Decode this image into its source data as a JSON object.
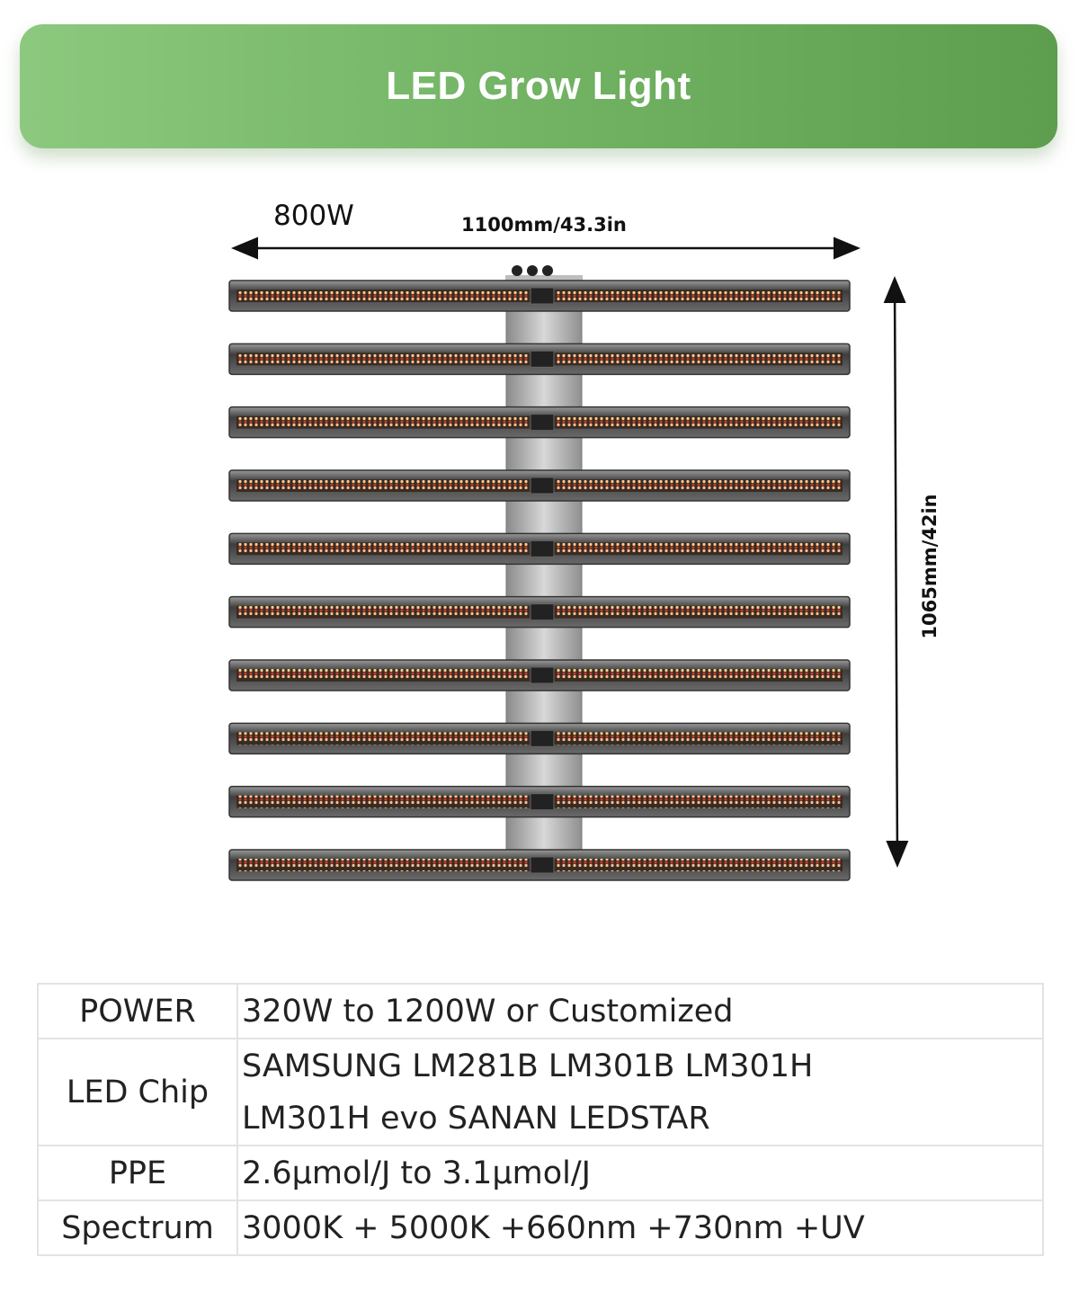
{
  "banner": {
    "title": "LED Grow Light"
  },
  "product": {
    "wattage": "800W",
    "width_label": "1100mm/43.3in",
    "height_label": "1065mm/42in",
    "bar_count": 10
  },
  "specs": [
    {
      "label": "POWER",
      "value_lines": [
        "320W to 1200W or Customized"
      ]
    },
    {
      "label": "LED Chip",
      "value_lines": [
        "SAMSUNG LM281B LM301B LM301H",
        "LM301H evo SANAN LEDSTAR"
      ]
    },
    {
      "label": "PPE",
      "value_lines": [
        "2.6μmol/J to 3.1μmol/J"
      ]
    },
    {
      "label": "Spectrum",
      "value_lines": [
        "3000K + 5000K +660nm +730nm +UV"
      ]
    }
  ],
  "colors": {
    "banner_start": "#8cc97e",
    "banner_end": "#5d9e4e",
    "led_red": "#c0392b",
    "led_warm": "#f2d38a",
    "bar_frame": "#555555"
  }
}
